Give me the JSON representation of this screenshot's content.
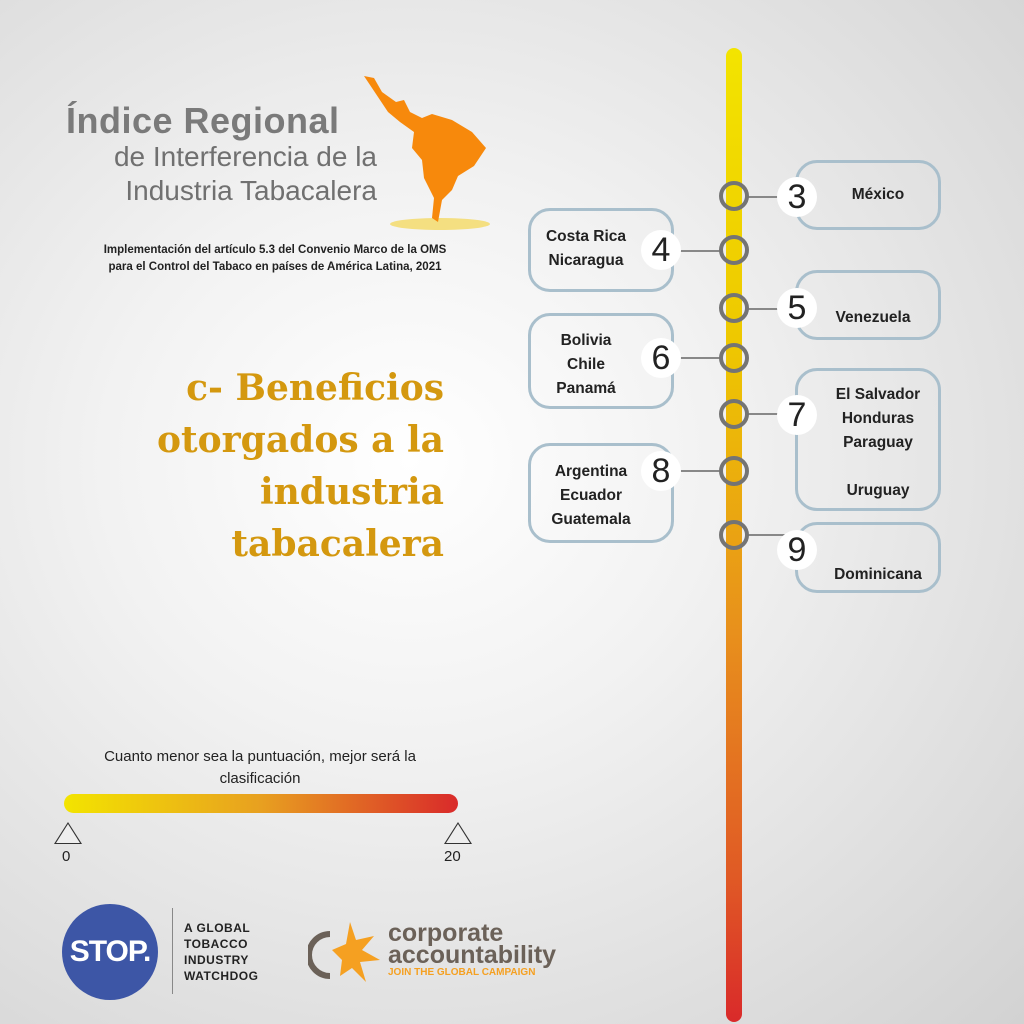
{
  "header": {
    "title_line1": "Índice Regional",
    "title_line2": "de Interferencia de la",
    "title_line3": "Industria Tabacalera",
    "subtitle_line1": "Implementación del artículo 5.3 del Convenio Marco de la OMS",
    "subtitle_line2": "para el Control del Tabaco en países de América Latina, 2021"
  },
  "section": {
    "line1": "c- Beneficios",
    "line2": "otorgados a la",
    "line3": "industria",
    "line4": "tabacalera"
  },
  "ranking": [
    {
      "score": "3",
      "countries": [
        "México"
      ]
    },
    {
      "score": "4",
      "countries": [
        "Costa Rica",
        "Nicaragua"
      ]
    },
    {
      "score": "5",
      "countries": [
        "Venezuela"
      ]
    },
    {
      "score": "6",
      "countries": [
        "Bolivia",
        "Chile",
        "Panamá"
      ]
    },
    {
      "score": "7",
      "countries": [
        "El Salvador",
        "Honduras",
        "Paraguay",
        "Uruguay"
      ]
    },
    {
      "score": "8",
      "countries": [
        "Argentina",
        "Ecuador",
        "Guatemala"
      ]
    },
    {
      "score": "9",
      "countries": [
        "Dominicana"
      ]
    }
  ],
  "legend": {
    "caption_line1": "Cuanto menor sea la puntuación, mejor será la",
    "caption_line2": "clasificación",
    "min": "0",
    "max": "20"
  },
  "logos": {
    "stop": "STOP.",
    "stop_tag": [
      "A GLOBAL",
      "TOBACCO",
      "INDUSTRY",
      "WATCHDOG"
    ],
    "ca_line1": "corporate",
    "ca_line2": "accountability",
    "ca_tag": "JOIN THE GLOBAL CAMPAIGN"
  },
  "colors": {
    "accent": "#d4980f",
    "map": "#f7890c",
    "box_border": "#a9bfcc",
    "stop_blue": "#3d56a6"
  }
}
